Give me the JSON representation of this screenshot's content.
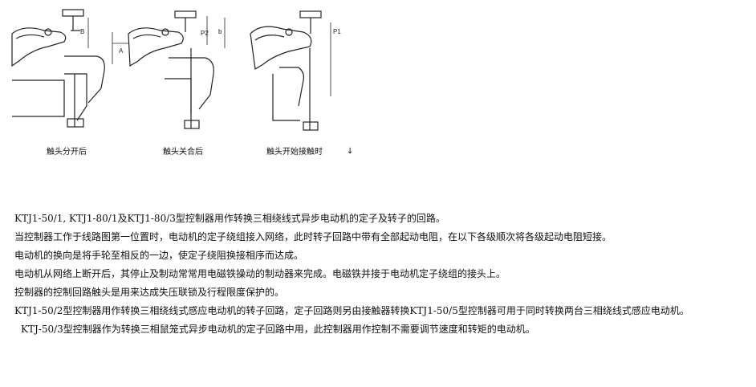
{
  "figures": [
    {
      "caption": "触头分开后",
      "dimension_labels": [
        "B",
        "A"
      ]
    },
    {
      "caption": "触头关合后",
      "dimension_labels": [
        "P2",
        "b"
      ]
    },
    {
      "caption": "触头开始接触时",
      "dimension_labels": [
        "P1"
      ]
    }
  ],
  "stray_mark": "↓",
  "paragraphs": [
    "KTJ1-50/1, KTJ1-80/1及KTJ1-80/3型控制器用作转换三相绕线式异步电动机的定子及转子的回路。",
    "当控制器工作于线路图第一位置时，电动机的定子绕组接入网络，此时转子回路中带有全部起动电阻，在以下各级顺次将各级起动电阻短接。",
    "电动机的换向是将手轮至相反的一边，使定子绕阻换接相序而达成。",
    "电动机从网络上断开后，其停止及制动常常用电磁铁操动的制动器来完成。电磁铁并接于电动机定子绕组的接头上。",
    "控制器的控制回路触头是用来达成失压联锁及行程限度保护的。",
    "KTJ1-50/2型控制器用作转换三相绕线式感应电动机的转子回路，定子回路则另由接触器转换KTJ1-50/5型控制器可用于同时转换两台三相绕线式感应电动机。",
    "KTJ-50/3型控制器作为转换三相鼠笼式异步电动机的定子回路中用，此控制器用作控制不需要调节速度和转矩的电动机。"
  ]
}
